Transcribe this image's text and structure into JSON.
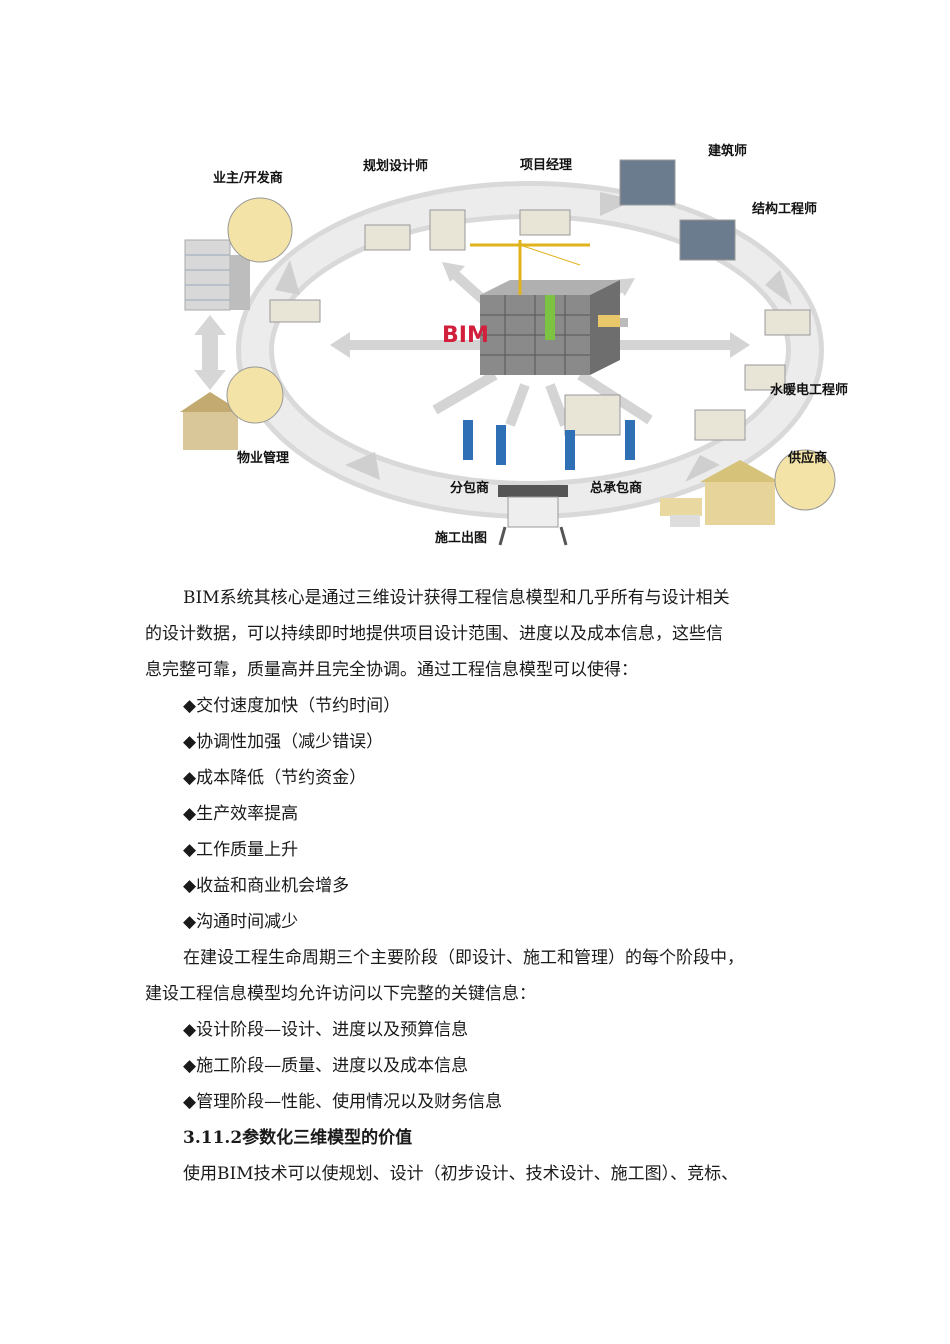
{
  "figure": {
    "center_label": "BIM",
    "roles": [
      "业主/开发商",
      "规划设计师",
      "项目经理",
      "建筑师",
      "结构工程师",
      "水暖电工程师",
      "供应商",
      "总承包商",
      "分包商",
      "施工出图",
      "物业管理"
    ]
  },
  "intro": {
    "line1": "BIM系统其核心是通过三维设计获得工程信息模型和几乎所有与设计相关",
    "line2": "的设计数据，可以持续即时地提供项目设计范围、进度以及成本信息，这些信",
    "line3": "息完整可靠，质量高并且完全协调。通过工程信息模型可以使得："
  },
  "benefits": [
    "◆交付速度加快（节约时间）",
    "◆协调性加强（减少错误）",
    "◆成本降低（节约资金）",
    "◆生产效率提高",
    "◆工作质量上升",
    "◆收益和商业机会增多",
    "◆沟通时间减少"
  ],
  "lifecycle": {
    "line1": "在建设工程生命周期三个主要阶段（即设计、施工和管理）的每个阶段中，",
    "line2": "建设工程信息模型均允许访问以下完整的关键信息："
  },
  "phases": [
    "◆设计阶段—设计、进度以及预算信息",
    "◆施工阶段—质量、进度以及成本信息",
    "◆管理阶段—性能、使用情况以及财务信息"
  ],
  "section": {
    "heading": "3.11.2参数化三维模型的价值"
  },
  "closing": {
    "line1": "使用BIM技术可以使规划、设计（初步设计、技术设计、施工图）、竞标、"
  }
}
